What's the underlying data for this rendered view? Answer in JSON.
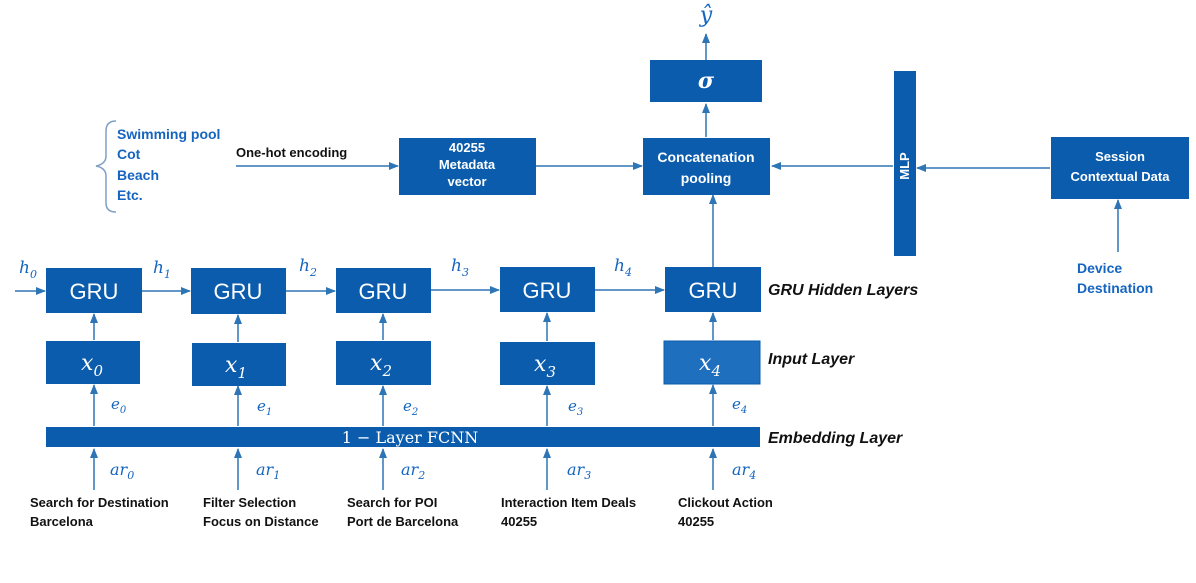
{
  "colors": {
    "box": "#0b5cad",
    "box_highlight": "#1f6fbf",
    "arrow": "#2e75b6",
    "blue_text": "#1565c0"
  },
  "output": {
    "label": "ŷ"
  },
  "sigma": {
    "label": "σ"
  },
  "concat": {
    "line1": "Concatenation",
    "line2": "pooling"
  },
  "metadata": {
    "line1": "40255",
    "line2": "Metadata",
    "line3": "vector"
  },
  "mlp": {
    "label": "MLP"
  },
  "session": {
    "line1": "Session",
    "line2": "Contextual Data"
  },
  "features": {
    "items": [
      "Swimming pool",
      "Cot",
      "Beach",
      "Etc."
    ],
    "encoding_label": "One-hot encoding"
  },
  "device": {
    "line1": "Device",
    "line2": "Destination"
  },
  "gru": {
    "label": "GRU",
    "hidden": [
      {
        "base": "h",
        "sub": "0"
      },
      {
        "base": "h",
        "sub": "1"
      },
      {
        "base": "h",
        "sub": "2"
      },
      {
        "base": "h",
        "sub": "3"
      },
      {
        "base": "h",
        "sub": "4"
      }
    ]
  },
  "inputs": [
    {
      "base": "x",
      "sub": "0"
    },
    {
      "base": "x",
      "sub": "1"
    },
    {
      "base": "x",
      "sub": "2"
    },
    {
      "base": "x",
      "sub": "3"
    },
    {
      "base": "x",
      "sub": "4"
    }
  ],
  "embeddings": [
    {
      "base": "e",
      "sub": "0"
    },
    {
      "base": "e",
      "sub": "1"
    },
    {
      "base": "e",
      "sub": "2"
    },
    {
      "base": "e",
      "sub": "3"
    },
    {
      "base": "e",
      "sub": "4"
    }
  ],
  "fcnn": {
    "label": "1 − Layer FCNN"
  },
  "actions": [
    {
      "base": "ar",
      "sub": "0",
      "line1": "Search for Destination",
      "line2": "Barcelona"
    },
    {
      "base": "ar",
      "sub": "1",
      "line1": "Filter Selection",
      "line2": "Focus on Distance"
    },
    {
      "base": "ar",
      "sub": "2",
      "line1": "Search for POI",
      "line2": "Port de Barcelona"
    },
    {
      "base": "ar",
      "sub": "3",
      "line1": "Interaction Item Deals",
      "line2": "40255"
    },
    {
      "base": "ar",
      "sub": "4",
      "line1": "Clickout Action",
      "line2": "40255"
    }
  ],
  "layers": {
    "gru_hidden": "GRU Hidden Layers",
    "input": "Input Layer",
    "embedding": "Embedding Layer"
  }
}
